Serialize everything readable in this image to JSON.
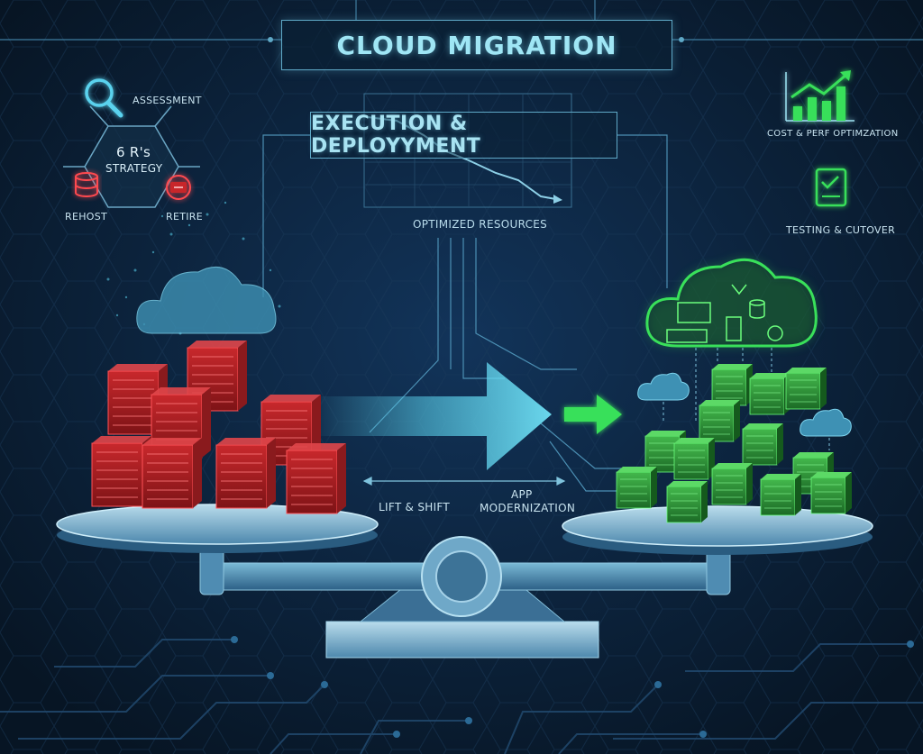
{
  "title": "CLOUD MIGRATION",
  "execution_title": "EXECUTION & DEPLOYYMENT",
  "optimized_label": "OPTIMIZED RESOURCES",
  "strategy": {
    "center_label_line1": "6 R's",
    "center_label_line2": "STRATEGY",
    "assessment": "ASSESSMENT",
    "rehost": "REHOST",
    "retire": "RETIRE"
  },
  "right_panel": {
    "cost_perf": "COST & PERF OPTIMZATION",
    "testing": "TESTING & CUTOVER"
  },
  "arrow_labels": {
    "lift_shift": "LIFT & SHIFT",
    "app_line1": "APP",
    "app_line2": "MODERNIZATION"
  },
  "colors": {
    "background": "#0a1a2c",
    "accent_cyan": "#9fe6f5",
    "legacy_red": "#c8282c",
    "cloud_green": "#39e05a",
    "arrow_blue": "#5ad2ee"
  }
}
